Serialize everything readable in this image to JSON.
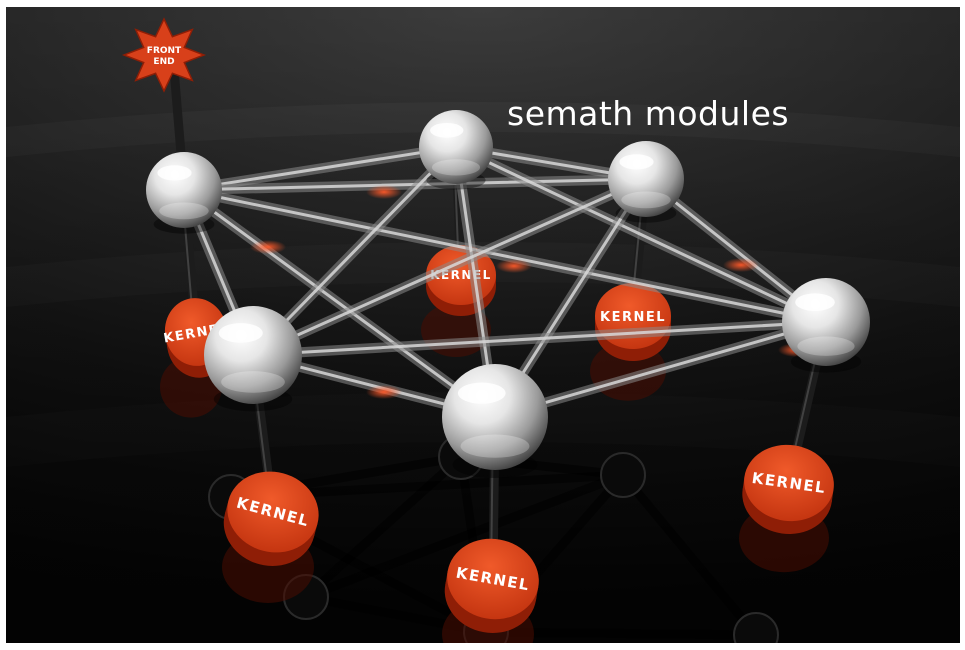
{
  "diagram": {
    "title": "semath modules",
    "front_end_label": "FRONT END",
    "front_end_lines": [
      "FRONT",
      "END"
    ],
    "kernel_label": "KERNEL",
    "module_count": 6,
    "kernel_count": 6,
    "colors": {
      "kernel": "#d8401a",
      "kernel_dark": "#8f1e06",
      "sphere": "#e8e8e8",
      "link": "#d8d8d8",
      "link_signal": "#e8401c",
      "background": "#1a1a1a"
    }
  }
}
